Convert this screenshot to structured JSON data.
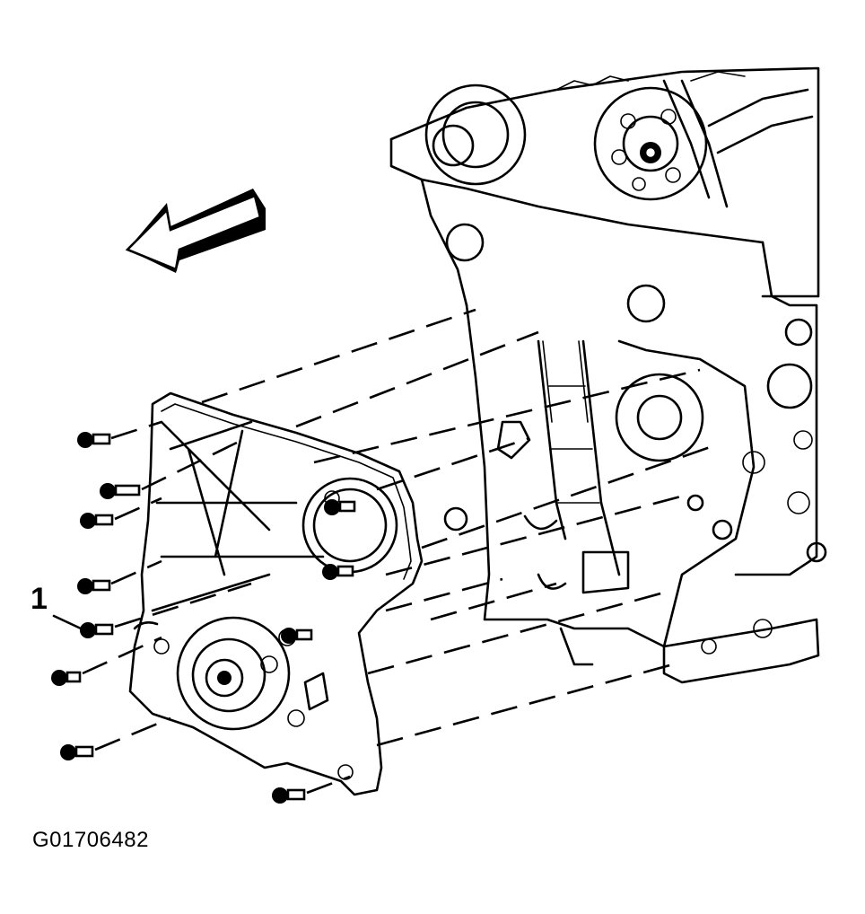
{
  "diagram": {
    "callouts": [
      {
        "id": "1",
        "label": "1",
        "target": "cover-bolt"
      }
    ],
    "figure_id": "G01706482",
    "arrow_direction": "front-of-engine",
    "colors": {
      "line": "#000000",
      "background": "#ffffff"
    }
  }
}
